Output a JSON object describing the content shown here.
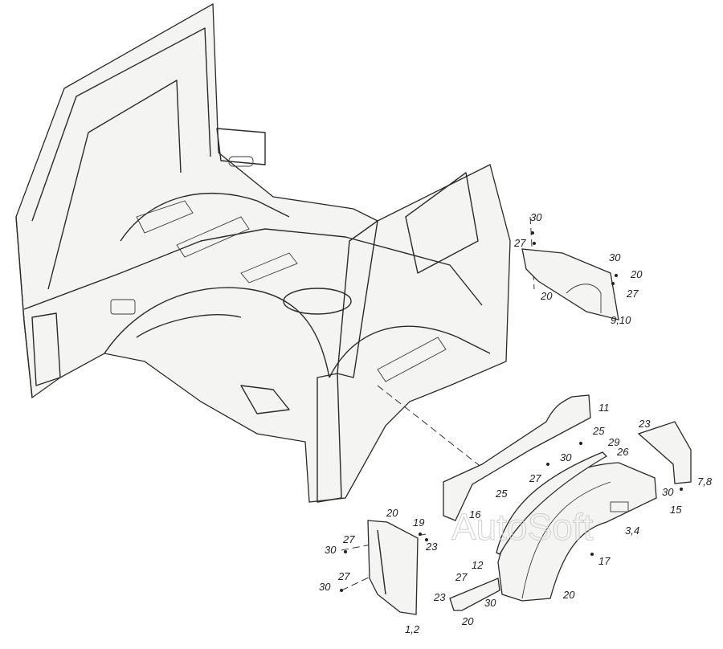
{
  "watermark": "AutoSoft",
  "callouts": {
    "rear_upper": {
      "a30": "30",
      "a27": "27",
      "a20": "20",
      "b30": "30",
      "b20": "20",
      "b27": "27",
      "part": "9,10"
    },
    "fender": {
      "p11": "11",
      "p25a": "25",
      "p29": "29",
      "p23a": "23",
      "p30a": "30",
      "p26": "26",
      "p27a": "27",
      "p78": "7,8",
      "p25b": "25",
      "p16": "16",
      "p30b": "30",
      "p15": "15",
      "p34": "3,4",
      "p12": "12",
      "p17": "17",
      "p27b": "27",
      "p23b": "23",
      "p30c": "30",
      "p20a": "20",
      "p20b": "20"
    },
    "mudflap": {
      "p20": "20",
      "p19": "19",
      "p23": "23",
      "p27a": "27",
      "p30a": "30",
      "p27b": "27",
      "p30b": "30",
      "p12": "1,2"
    }
  }
}
